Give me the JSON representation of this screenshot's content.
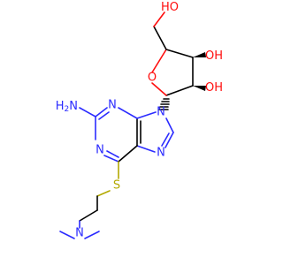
{
  "molecule": {
    "atom_labels": {
      "nh2": "H",
      "nh2_n": "N",
      "nh2_sub": "2",
      "n1": "N",
      "n3": "N",
      "n7": "N",
      "n9": "N",
      "s": "S",
      "nme2": "N",
      "o_ring": "O",
      "oh_2": "HO",
      "oh_3": "HO",
      "oh_5": "HO",
      "h_a": "HO"
    },
    "colors": {
      "carbon": "#000000",
      "nitrogen": "#2b2bff",
      "oxygen": "#ff0d0d",
      "sulfur": "#b3a900"
    }
  }
}
